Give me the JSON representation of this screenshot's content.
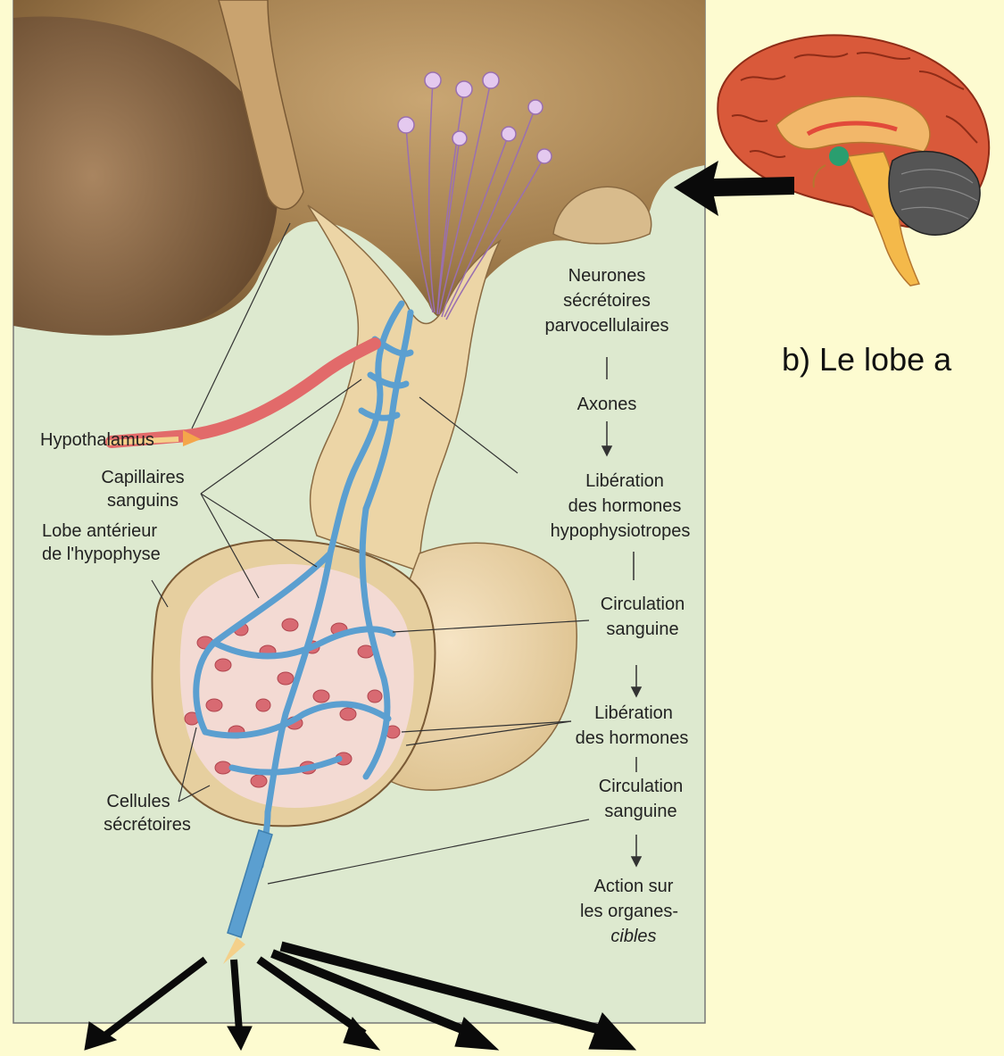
{
  "caption": "b) Le lobe a",
  "labels": {
    "hypothalamus": "Hypothalamus",
    "capillaires_1": "Capillaires",
    "capillaires_2": "sanguins",
    "lobe_1": "Lobe antérieur",
    "lobe_2": "de l'hypophyse",
    "cellules_1": "Cellules",
    "cellules_2": "sécrétoires",
    "neurones_1": "Neurones",
    "neurones_2": "sécrétoires",
    "neurones_3": "parvocellulaires",
    "axones": "Axones",
    "liberation1_1": "Libération",
    "liberation1_2": "des hormones",
    "liberation1_3": "hypophysiotropes",
    "circulation1_1": "Circulation",
    "circulation1_2": "sanguine",
    "liberation2_1": "Libération",
    "liberation2_2": "des hormones",
    "circulation2_1": "Circulation",
    "circulation2_2": "sanguine",
    "action_1": "Action sur",
    "action_2": "les organes-",
    "action_3": "cibles"
  },
  "colors": {
    "background": "#fdfbd0",
    "panel": "#dde9cf",
    "brain_tissue": "#9c7b4d",
    "gland": "#efd9a8",
    "capillary": "#5b9fd0",
    "artery": "#e26a6a",
    "arrow": "#0a0a0a"
  }
}
